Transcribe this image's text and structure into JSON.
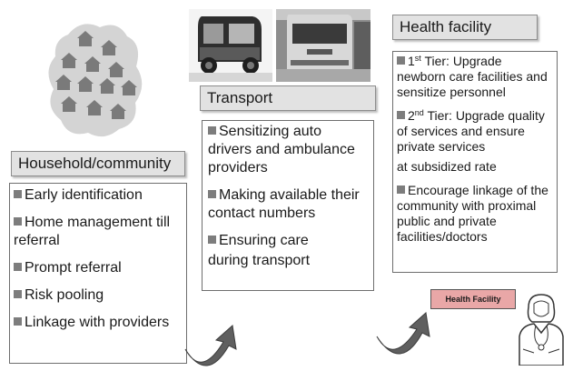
{
  "household": {
    "header": "Household/community",
    "items": [
      "Early identification",
      "Home management till referral",
      "Prompt referral",
      "Risk pooling",
      "Linkage with providers"
    ]
  },
  "transport": {
    "header": "Transport",
    "items": [
      "Sensitizing auto drivers and ambulance providers",
      "Making available their contact numbers",
      "Ensuring care",
      "during transport"
    ]
  },
  "facility": {
    "header": "Health facility",
    "tier1_ord": "1",
    "tier1_sup": "st",
    "tier1_text": " Tier: Upgrade newborn care facilities and sensitize personnel",
    "tier2_ord": "2",
    "tier2_sup": "nd",
    "tier2_text": " Tier: Upgrade quality of services and ensure private services",
    "tier2_cont": "at subsidized rate",
    "linkage": "Encourage linkage of the community with proximal public and private facilities/doctors",
    "label": "Health Facility"
  },
  "colors": {
    "accent": "#e9a7a7",
    "header_bg": "#e2e2e2",
    "bullet": "#7d7d7d"
  }
}
